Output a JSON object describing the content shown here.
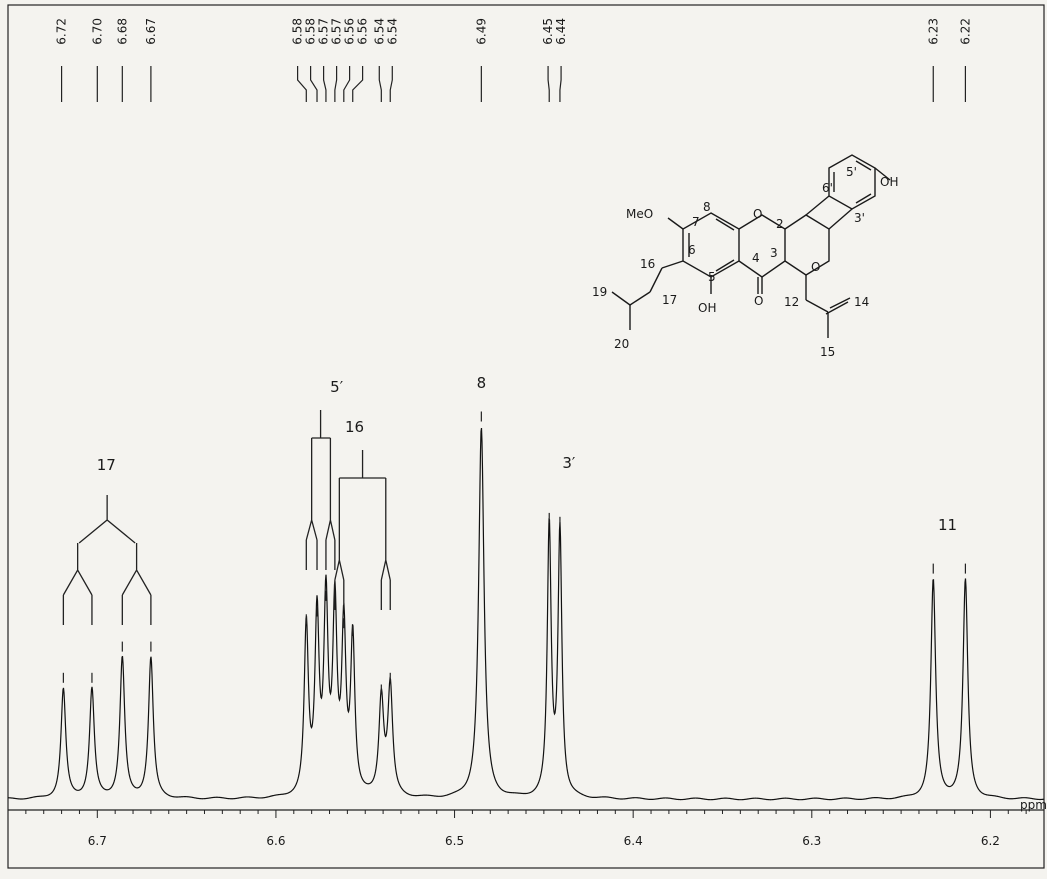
{
  "chart_data": {
    "type": "line",
    "title": "",
    "xlabel": "ppm",
    "ylabel": "",
    "xlim": [
      6.75,
      6.17
    ],
    "ylim": [
      0,
      1
    ],
    "reversed_x": true,
    "grid": false,
    "x_ticks": [
      {
        "x": 6.7,
        "label": "6.7"
      },
      {
        "x": 6.6,
        "label": "6.6"
      },
      {
        "x": 6.5,
        "label": "6.5"
      },
      {
        "x": 6.4,
        "label": "6.4"
      },
      {
        "x": 6.3,
        "label": "6.3"
      },
      {
        "x": 6.2,
        "label": "6.2"
      }
    ],
    "peak_labels": [
      {
        "x": 6.72,
        "label": "6.72"
      },
      {
        "x": 6.7,
        "label": "6.70"
      },
      {
        "x": 6.686,
        "label": "6.68"
      },
      {
        "x": 6.67,
        "label": "6.67"
      },
      {
        "x": 6.583,
        "label": "6.58"
      },
      {
        "x": 6.577,
        "label": "6.58"
      },
      {
        "x": 6.572,
        "label": "6.57"
      },
      {
        "x": 6.567,
        "label": "6.57"
      },
      {
        "x": 6.562,
        "label": "6.56"
      },
      {
        "x": 6.557,
        "label": "6.56"
      },
      {
        "x": 6.541,
        "label": "6.54"
      },
      {
        "x": 6.536,
        "label": "6.54"
      },
      {
        "x": 6.485,
        "label": "6.49"
      },
      {
        "x": 6.447,
        "label": "6.45"
      },
      {
        "x": 6.441,
        "label": "6.44"
      },
      {
        "x": 6.232,
        "label": "6.23"
      },
      {
        "x": 6.214,
        "label": "6.22"
      }
    ],
    "peaks": [
      {
        "x": 6.719,
        "height": 0.28,
        "width": 0.0016
      },
      {
        "x": 6.703,
        "height": 0.28,
        "width": 0.0016
      },
      {
        "x": 6.686,
        "height": 0.36,
        "width": 0.0016
      },
      {
        "x": 6.67,
        "height": 0.36,
        "width": 0.0016
      },
      {
        "x": 6.583,
        "height": 0.43,
        "width": 0.0014
      },
      {
        "x": 6.577,
        "height": 0.45,
        "width": 0.0014
      },
      {
        "x": 6.572,
        "height": 0.49,
        "width": 0.0014
      },
      {
        "x": 6.567,
        "height": 0.47,
        "width": 0.0014
      },
      {
        "x": 6.562,
        "height": 0.42,
        "width": 0.0014
      },
      {
        "x": 6.557,
        "height": 0.4,
        "width": 0.0014
      },
      {
        "x": 6.541,
        "height": 0.25,
        "width": 0.0016
      },
      {
        "x": 6.536,
        "height": 0.28,
        "width": 0.0016
      },
      {
        "x": 6.485,
        "height": 0.95,
        "width": 0.0018
      },
      {
        "x": 6.447,
        "height": 0.69,
        "width": 0.0013
      },
      {
        "x": 6.441,
        "height": 0.68,
        "width": 0.0013
      },
      {
        "x": 6.232,
        "height": 0.56,
        "width": 0.0016
      },
      {
        "x": 6.214,
        "height": 0.56,
        "width": 0.0016
      }
    ],
    "assignments": [
      {
        "label": "17",
        "x": 6.695
      },
      {
        "label": "5′",
        "x": 6.566
      },
      {
        "label": "16",
        "x": 6.556
      },
      {
        "label": "8",
        "x": 6.485
      },
      {
        "label": "3′",
        "x": 6.436
      },
      {
        "label": "11",
        "x": 6.224
      }
    ]
  },
  "structure": {
    "substituents": {
      "methoxy": "MeO",
      "hydroxyl_top": "OH",
      "hydroxyl_5": "OH",
      "ring_o1": "O",
      "ring_o2": "O",
      "carbonyl": "O"
    },
    "atom_labels": [
      "8",
      "7",
      "6",
      "5",
      "4",
      "3",
      "2",
      "5'",
      "6'",
      "3'",
      "16",
      "17",
      "19",
      "20",
      "12",
      "14",
      "15"
    ]
  }
}
